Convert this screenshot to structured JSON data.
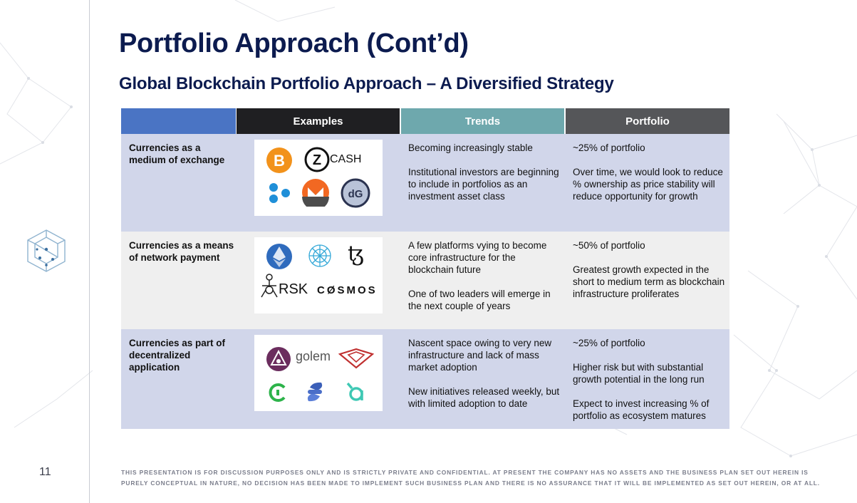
{
  "page": {
    "title": "Portfolio Approach (Cont’d)",
    "subtitle": "Global Blockchain Portfolio Approach – A Diversified Strategy",
    "page_number": "11",
    "disclaimer": "THIS PRESENTATION IS FOR DISCUSSION PURPOSES ONLY AND IS STRICTLY PRIVATE AND CONFIDENTIAL. AT PRESENT THE COMPANY HAS NO ASSETS AND THE BUSINESS PLAN SET OUT HEREIN IS PURELY CONCEPTUAL IN NATURE, NO DECISION HAS BEEN MADE TO IMPLEMENT SUCH BUSINESS PLAN AND THERE IS NO ASSURANCE THAT IT WILL BE IMPLEMENTED AS SET OUT HEREIN, OR AT ALL."
  },
  "table": {
    "headers": {
      "examples": "Examples",
      "trends": "Trends",
      "portfolio": "Portfolio"
    },
    "colors": {
      "corner": "#4a74c4",
      "examples_header": "#1f1f22",
      "trends_header": "#6ea8ad",
      "portfolio_header": "#555659",
      "row_blue": "#d1d6ea",
      "row_grey": "#efefef"
    },
    "rows": [
      {
        "label": "Currencies as a medium of exchange",
        "logos": [
          "bitcoin-logo",
          "zcash-logo",
          "ripple-logo",
          "monero-logo",
          "digitalgold-logo"
        ],
        "logo_text": {
          "zcash": "CASH"
        },
        "trends": [
          "Becoming increasingly stable",
          "Institutional investors are beginning to include in portfolios as an investment asset class"
        ],
        "portfolio": [
          "~25% of portfolio",
          "Over time, we would look to reduce % ownership as price stability will reduce opportunity for growth"
        ]
      },
      {
        "label": "Currencies as a means of network payment",
        "logos": [
          "ethereum-logo",
          "qtum-logo",
          "tezos-logo",
          "rsk-logo",
          "cosmos-logo"
        ],
        "logo_text": {
          "rsk": "RSK",
          "cosmos": "CØSMOS"
        },
        "trends": [
          "A few platforms vying to become core infrastructure for the blockchain future",
          "One of two leaders will emerge in the next couple of years"
        ],
        "portfolio": [
          "~50% of portfolio",
          "Greatest growth expected in the short to medium term as blockchain infrastructure proliferates"
        ]
      },
      {
        "label": "Currencies as part of decentralized application",
        "logos": [
          "augur-logo",
          "golem-logo",
          "eye-logo",
          "civic-logo",
          "stellar-logo",
          "aragon-logo"
        ],
        "logo_text": {
          "golem": "golem"
        },
        "trends": [
          "Nascent space owing to very new infrastructure and lack of mass market adoption",
          "New initiatives released weekly, but with limited adoption to date"
        ],
        "portfolio": [
          "~25% of portfolio",
          "Higher risk but with substantial growth potential in the long run",
          "Expect to invest increasing % of portfolio as ecosystem matures"
        ]
      }
    ]
  }
}
